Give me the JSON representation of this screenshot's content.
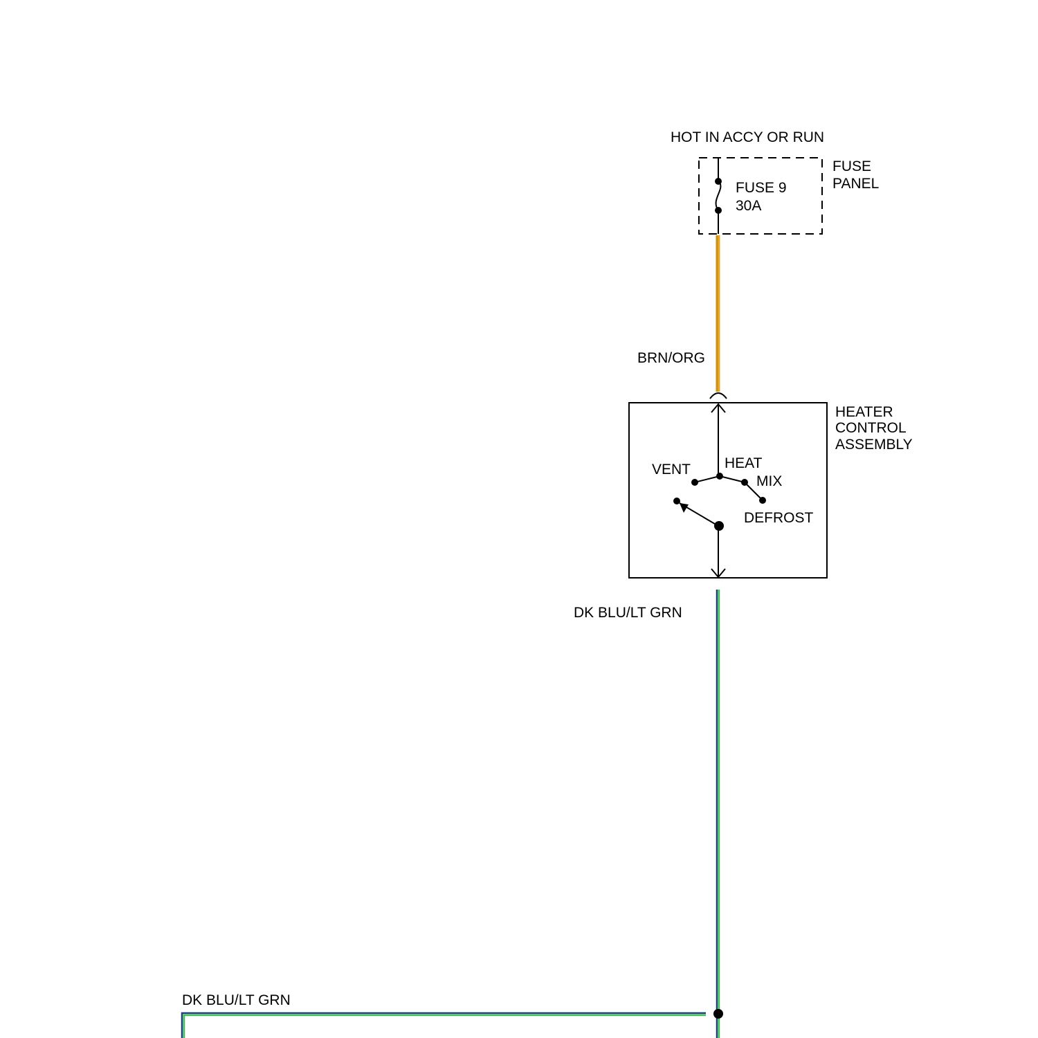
{
  "source": {
    "label": "HOT IN ACCY OR RUN"
  },
  "fuse_panel": {
    "label_line1": "FUSE",
    "label_line2": "PANEL",
    "fuse_name": "FUSE 9",
    "fuse_rating": "30A"
  },
  "wires": {
    "feed": {
      "label": "BRN/ORG",
      "colors": [
        "#c8901e",
        "#e8a820"
      ]
    },
    "output": {
      "label": "DK BLU/LT GRN",
      "colors": [
        "#1a3f73",
        "#3dbf5a"
      ]
    },
    "branch": {
      "label": "DK BLU/LT GRN",
      "colors": [
        "#1a3f73",
        "#3dbf5a"
      ]
    }
  },
  "heater_control": {
    "label_line1": "HEATER",
    "label_line2": "CONTROL",
    "label_line3": "ASSEMBLY",
    "positions": {
      "vent": "VENT",
      "heat": "HEAT",
      "mix": "MIX",
      "defrost": "DEFROST"
    }
  }
}
